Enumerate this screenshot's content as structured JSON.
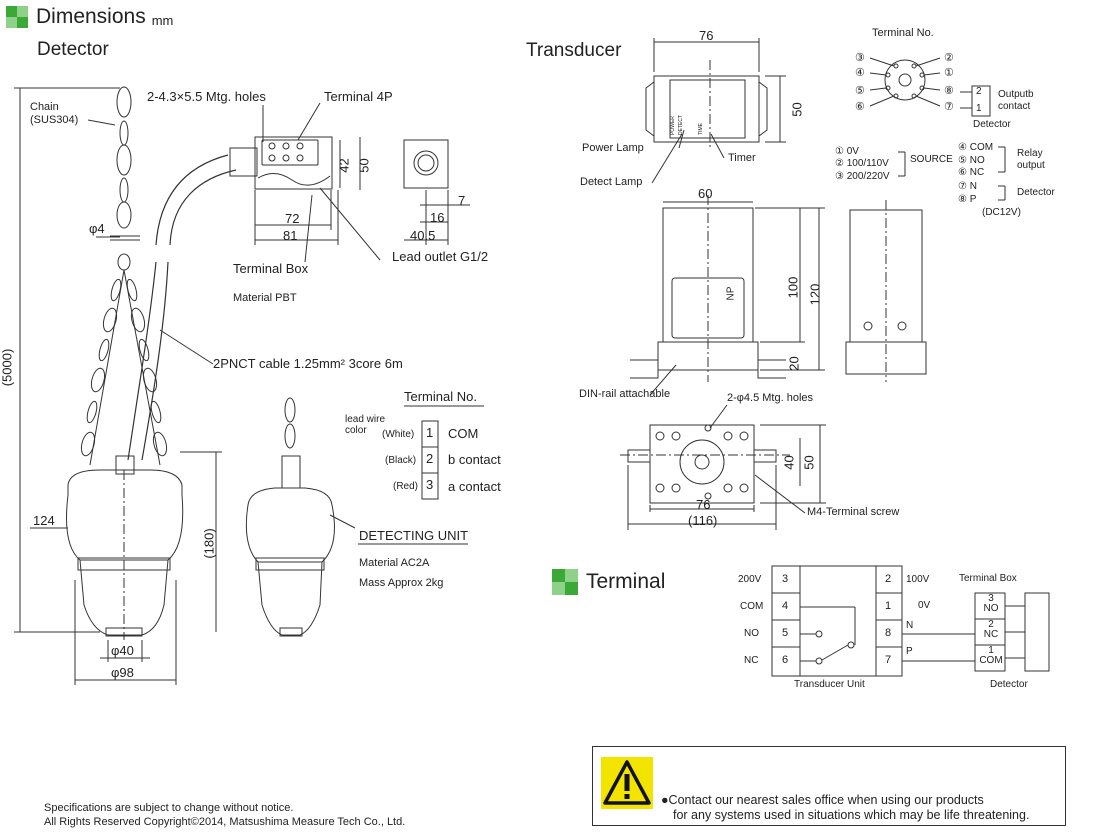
{
  "header": {
    "title": "Dimensions",
    "unit": "mm",
    "section_detector": "Detector",
    "section_transducer": "Transducer",
    "section_terminal": "Terminal",
    "accent_colors": [
      "#3aa935",
      "#8fd18a"
    ]
  },
  "detector": {
    "chain_label": "Chain",
    "chain_material": "(SUS304)",
    "mtg_holes": "2-4.3×5.5 Mtg. holes",
    "terminal_4p": "Terminal 4P",
    "dim_42": "42",
    "dim_50": "50",
    "dim_7": "7",
    "dim_16": "16",
    "dim_72": "72",
    "dim_81": "81",
    "dim_40_5": "40.5",
    "phi4": "φ4",
    "terminal_box": "Terminal Box",
    "material_pbt": "Material PBT",
    "lead_outlet": "Lead outlet G1/2",
    "cable": "2PNCT cable 1.25mm² 3core 6m",
    "dim_5000": "(5000)",
    "dim_124": "124",
    "dim_180": "(180)",
    "phi40": "φ40",
    "phi98": "φ98",
    "terminal_no_title": "Terminal No.",
    "lead_wire_color": "lead wire color",
    "wires": [
      {
        "color": "(White)",
        "no": "1",
        "label": "COM"
      },
      {
        "color": "(Black)",
        "no": "2",
        "label": "b contact"
      },
      {
        "color": "(Red)",
        "no": "3",
        "label": "a contact"
      }
    ],
    "detecting_unit": "DETECTING UNIT",
    "material_ac2a": "Material AC2A",
    "mass": "Mass Approx 2kg"
  },
  "transducer": {
    "dim_76_top": "76",
    "dim_50_side": "50",
    "power_lamp": "Power Lamp",
    "detect_lamp": "Detect Lamp",
    "timer": "Timer",
    "dim_60": "60",
    "dim_100": "100",
    "dim_120": "120",
    "dim_20": "20",
    "np_label": "NP",
    "din_rail": "DIN-rail attachable",
    "mtg_holes": "2-φ4.5 Mtg. holes",
    "dim_40": "40",
    "dim_50_base": "50",
    "dim_76_base": "76",
    "dim_116": "(116)",
    "m4_screw": "M4-Terminal screw",
    "face_small_text": [
      "POWER",
      "DETECT",
      "TIME"
    ]
  },
  "terminal_no": {
    "title": "Terminal No.",
    "pins": [
      "①",
      "②",
      "③",
      "④",
      "⑤",
      "⑥",
      "⑦",
      "⑧"
    ],
    "output_b": "Outputb",
    "contact": "contact",
    "detector": "Detector",
    "box_2": "2",
    "box_1": "1",
    "legend": [
      "① 0V",
      "② 100/110V",
      "③ 200/220V",
      "SOURCE",
      "④ COM",
      "⑤ NO",
      "⑥ NC",
      "Relay",
      "output",
      "⑦ N",
      "⑧ P",
      "Detector",
      "(DC12V)"
    ]
  },
  "terminal_diagram": {
    "left_labels": [
      "200V",
      "COM",
      "NO",
      "NC"
    ],
    "left_nums": [
      "3",
      "4",
      "5",
      "6"
    ],
    "right_nums": [
      "2",
      "1",
      "8",
      "7"
    ],
    "right_labels": [
      "100V",
      "0V",
      "N",
      "P"
    ],
    "terminal_box_title": "Terminal Box",
    "box_items": [
      {
        "num": "3",
        "label": "NO"
      },
      {
        "num": "2",
        "label": "NC"
      },
      {
        "num": "1",
        "label": "COM"
      }
    ],
    "transducer_unit": "Transducer Unit",
    "detector": "Detector"
  },
  "warning": {
    "line1": "●Contact our nearest sales office when using our products",
    "line2": "for any systems used in situations which may be life threatening."
  },
  "footer": {
    "line1": "Specifications are subject to change without notice.",
    "line2": "All Rights Reserved Copyright©2014, Matsushima Measure Tech Co., Ltd."
  }
}
